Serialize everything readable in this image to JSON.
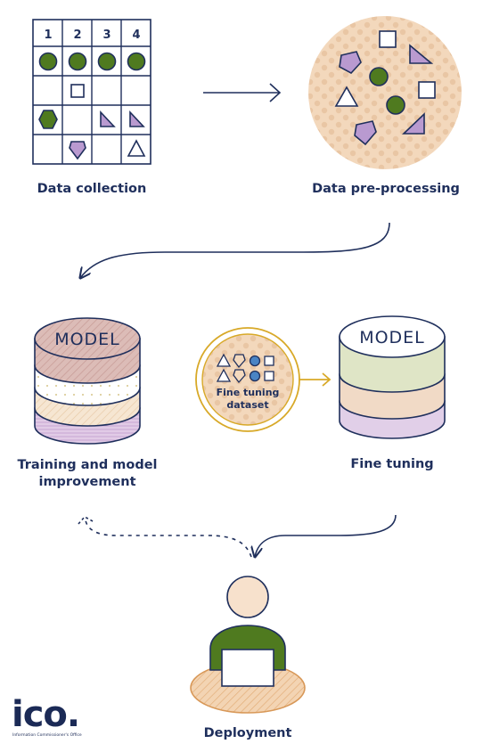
{
  "grid": {
    "column_numbers": [
      "1",
      "2",
      "3",
      "4"
    ]
  },
  "stages": {
    "data_collection": "Data collection",
    "data_preprocessing": "Data pre-processing",
    "training": [
      "Training and model",
      "improvement"
    ],
    "fine_tuning": "Fine tuning",
    "deployment": "Deployment"
  },
  "models": {
    "left_label": "MODEL",
    "right_label": "MODEL"
  },
  "fine_tuning_dataset": [
    "Fine tuning",
    "dataset"
  ],
  "logo": {
    "text": "ico.",
    "subtext": "Information Commissioner's Office"
  },
  "colors": {
    "navy": "#1f2f5c",
    "olive_green": "#4f7a1f",
    "purple": "#b99ad0",
    "peach": "#f3d9be",
    "gold": "#d8a928",
    "sage": "#dfe5c6",
    "lilac": "#e1cfe8",
    "dusty_rose": "#dcbcb7"
  }
}
